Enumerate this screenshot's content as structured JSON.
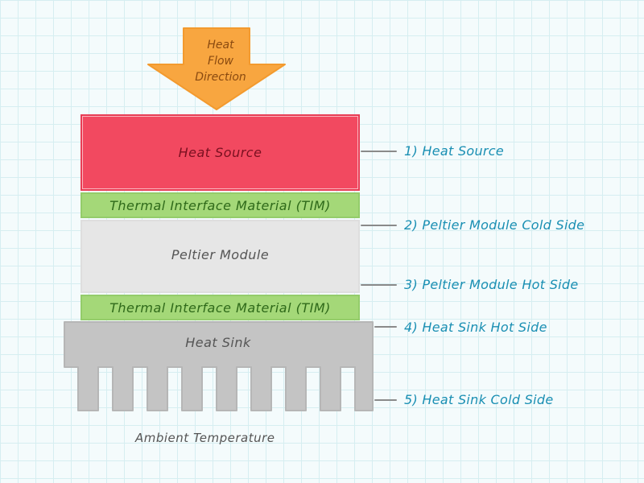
{
  "arrow": {
    "line1": "Heat",
    "line2": "Flow",
    "line3": "Direction",
    "color": "#f8a640"
  },
  "layers": {
    "heat_source": "Heat Source",
    "tim_top": "Thermal Interface Material (TIM)",
    "peltier": "Peltier Module",
    "tim_bottom": "Thermal Interface Material (TIM)",
    "heat_sink": "Heat Sink"
  },
  "labels": {
    "l1": "1) Heat Source",
    "l2": "2) Peltier Module Cold Side",
    "l3": "3) Peltier Module Hot Side",
    "l4": "4) Heat Sink Hot Side",
    "l5": "5) Heat Sink Cold Side"
  },
  "ambient": "Ambient Temperature",
  "colors": {
    "heat_source": "#f24960",
    "tim": "#a4d878",
    "peltier": "#e6e6e6",
    "heat_sink": "#c4c4c4",
    "label_text": "#1a8fb3"
  }
}
